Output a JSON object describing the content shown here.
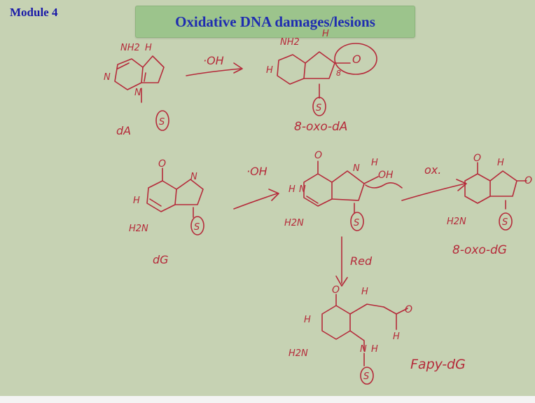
{
  "slide": {
    "module_label": "Module 4",
    "title": "Oxidative DNA damages/lesions"
  },
  "annotations": {
    "hydroxyl_radical_1": "·OH",
    "hydroxyl_radical_2": "·OH",
    "oxidation_label": "ox.",
    "reduction_label": "Red",
    "label_dA": "dA",
    "label_8oxo_dA": "8-oxo-dA",
    "label_dG": "dG",
    "label_8oxo_dG": "8-oxo-dG",
    "label_fapy_dG": "Fapy-dG",
    "sugar_symbol": "S",
    "atom_NH2": "NH2",
    "atom_H": "H",
    "atom_O": "O",
    "atom_N": "N",
    "atom_OH": "OH",
    "atom_H2N": "H2N",
    "ring_number_8": "8"
  },
  "colors": {
    "background": "#c6d2b3",
    "banner": "#9cc48c",
    "title_text": "#1f2db0",
    "ink": "#b52a3a"
  }
}
